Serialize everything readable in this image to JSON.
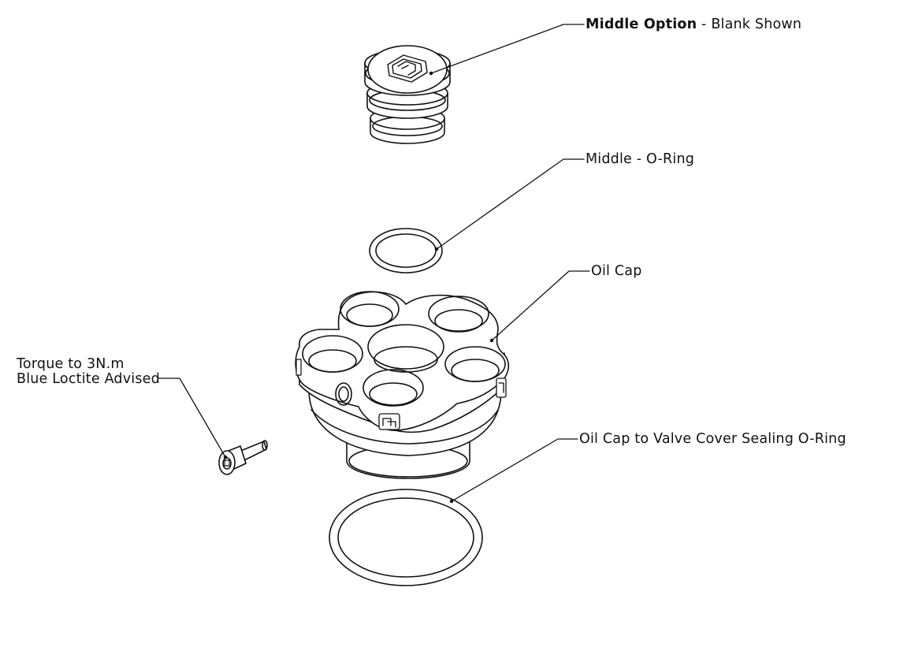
{
  "labels": {
    "middle_option": {
      "bold": "Middle Option",
      "rest": " - Blank Shown"
    },
    "middle_oring": "Middle - O-Ring",
    "oil_cap": "Oil Cap",
    "sealing_oring": "Oil Cap to Valve Cover Sealing O-Ring",
    "bolt": {
      "line1": "Torque to 3N.m",
      "line2": "Blue Loctite Advised"
    }
  }
}
